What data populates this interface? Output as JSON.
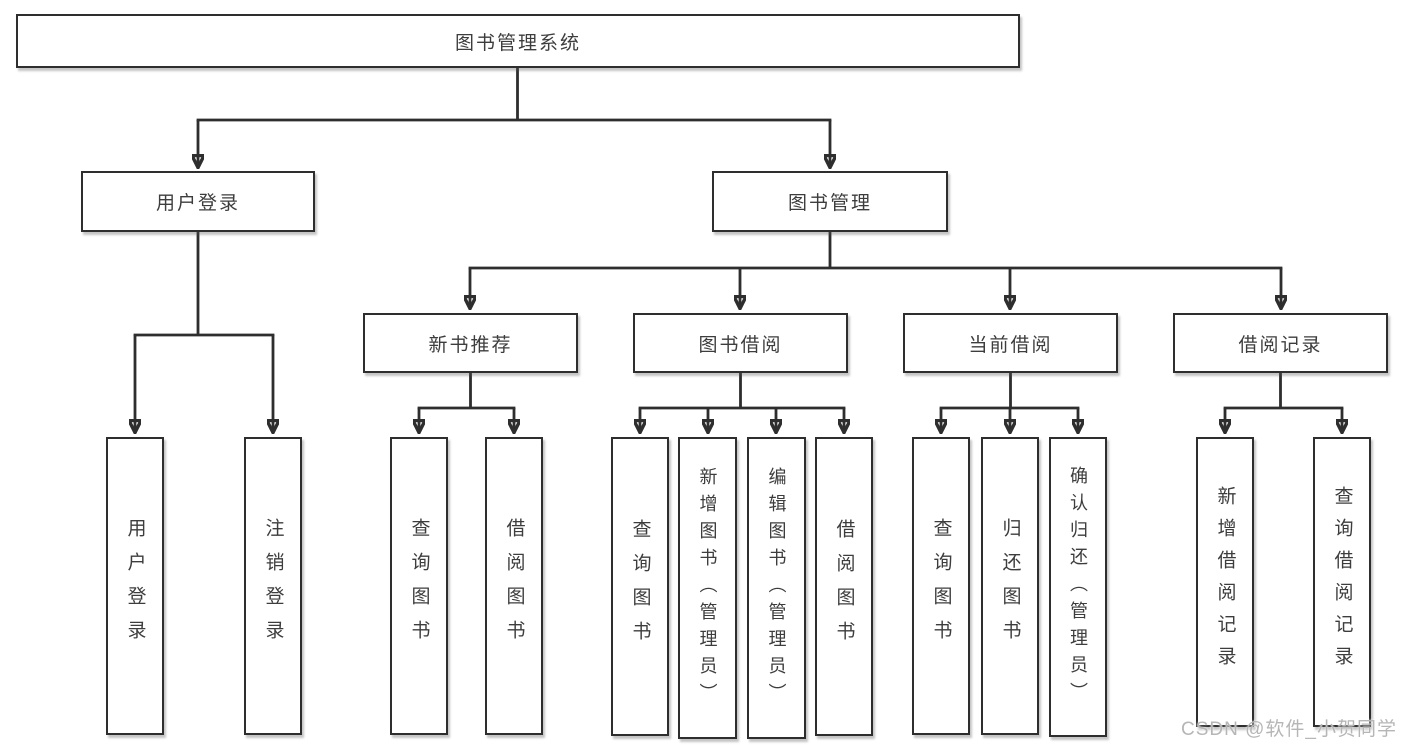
{
  "colors": {
    "line": "#2e2e2e",
    "ink": "#3d3d3d",
    "watermark": "#b6b6b6",
    "background": "#ffffff"
  },
  "tree": {
    "root": "图书管理系统",
    "user_login": {
      "label": "用户登录",
      "children": [
        "用户登录",
        "注销登录"
      ]
    },
    "book_mgmt": {
      "label": "图书管理",
      "sections": [
        {
          "label": "新书推荐",
          "children": [
            "查询图书",
            "借阅图书"
          ]
        },
        {
          "label": "图书借阅",
          "children": [
            "查询图书",
            "新增图书（管理员）",
            "编辑图书（管理员）",
            "借阅图书"
          ]
        },
        {
          "label": "当前借阅",
          "children": [
            "查询图书",
            "归还图书",
            "确认归还（管理员）"
          ]
        },
        {
          "label": "借阅记录",
          "children": [
            "新增借阅记录",
            "查询借阅记录"
          ]
        }
      ]
    }
  },
  "watermark": "CSDN @软件_小贺同学"
}
